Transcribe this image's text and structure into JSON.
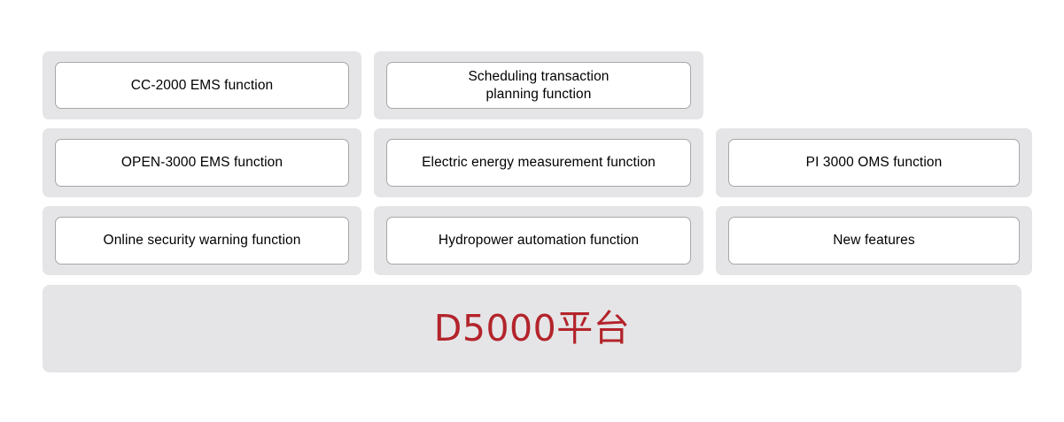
{
  "diagram": {
    "title": "D5000 platform function layout",
    "colors": {
      "panel_gray": "#e5e5e7",
      "card_white": "#ffffff",
      "card_border": "#a7a7a7",
      "platform_red": "#b3242b",
      "page_background": "#ffffff"
    },
    "rows": [
      {
        "cells": [
          {
            "label": "CC-2000 EMS function",
            "empty": false
          },
          {
            "label": "Scheduling transaction\nplanning function",
            "empty": false
          },
          {
            "label": "",
            "empty": true
          }
        ]
      },
      {
        "cells": [
          {
            "label": "OPEN-3000 EMS function",
            "empty": false
          },
          {
            "label": "Electric energy measurement function",
            "empty": false
          },
          {
            "label": "PI 3000 OMS function",
            "empty": false
          }
        ]
      },
      {
        "cells": [
          {
            "label": "Online security warning function",
            "empty": false
          },
          {
            "label": "Hydropower automation function",
            "empty": false
          },
          {
            "label": "New features",
            "empty": false
          }
        ]
      }
    ],
    "platform": {
      "label": "D5000平台"
    }
  }
}
